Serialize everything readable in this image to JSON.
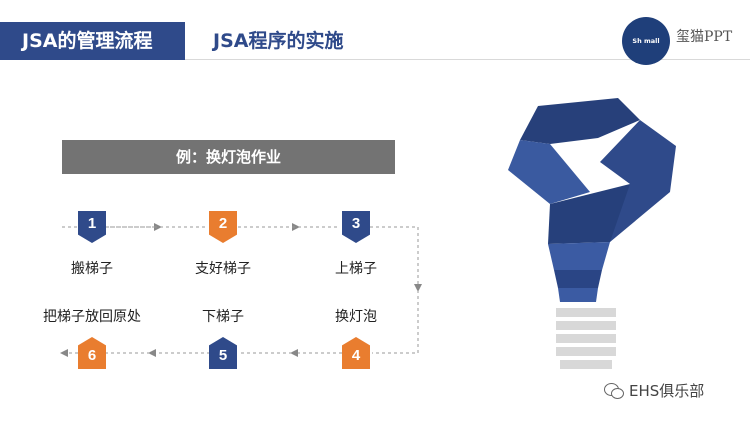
{
  "header": {
    "section_tab": "JSA的管理流程",
    "page_title": "JSA程序的实施",
    "logo_text": "Sh  mall",
    "brand_text": "玺猫PPT"
  },
  "example": {
    "title": "例：换灯泡作业"
  },
  "steps": [
    {
      "number": "1",
      "label": "搬梯子",
      "color": "#2f4a8a"
    },
    {
      "number": "2",
      "label": "支好梯子",
      "color": "#e97d2f"
    },
    {
      "number": "3",
      "label": "上梯子",
      "color": "#2f4a8a"
    },
    {
      "number": "4",
      "label": "换灯泡",
      "color": "#e97d2f"
    },
    {
      "number": "5",
      "label": "下梯子",
      "color": "#2f4a8a"
    },
    {
      "number": "6",
      "label": "把梯子放回原处",
      "color": "#e97d2f"
    }
  ],
  "watermark": {
    "text": "EHS俱乐部"
  },
  "colors": {
    "primary_blue": "#2f4a8a",
    "accent_orange": "#e97d2f",
    "bar_gray": "#737373"
  }
}
